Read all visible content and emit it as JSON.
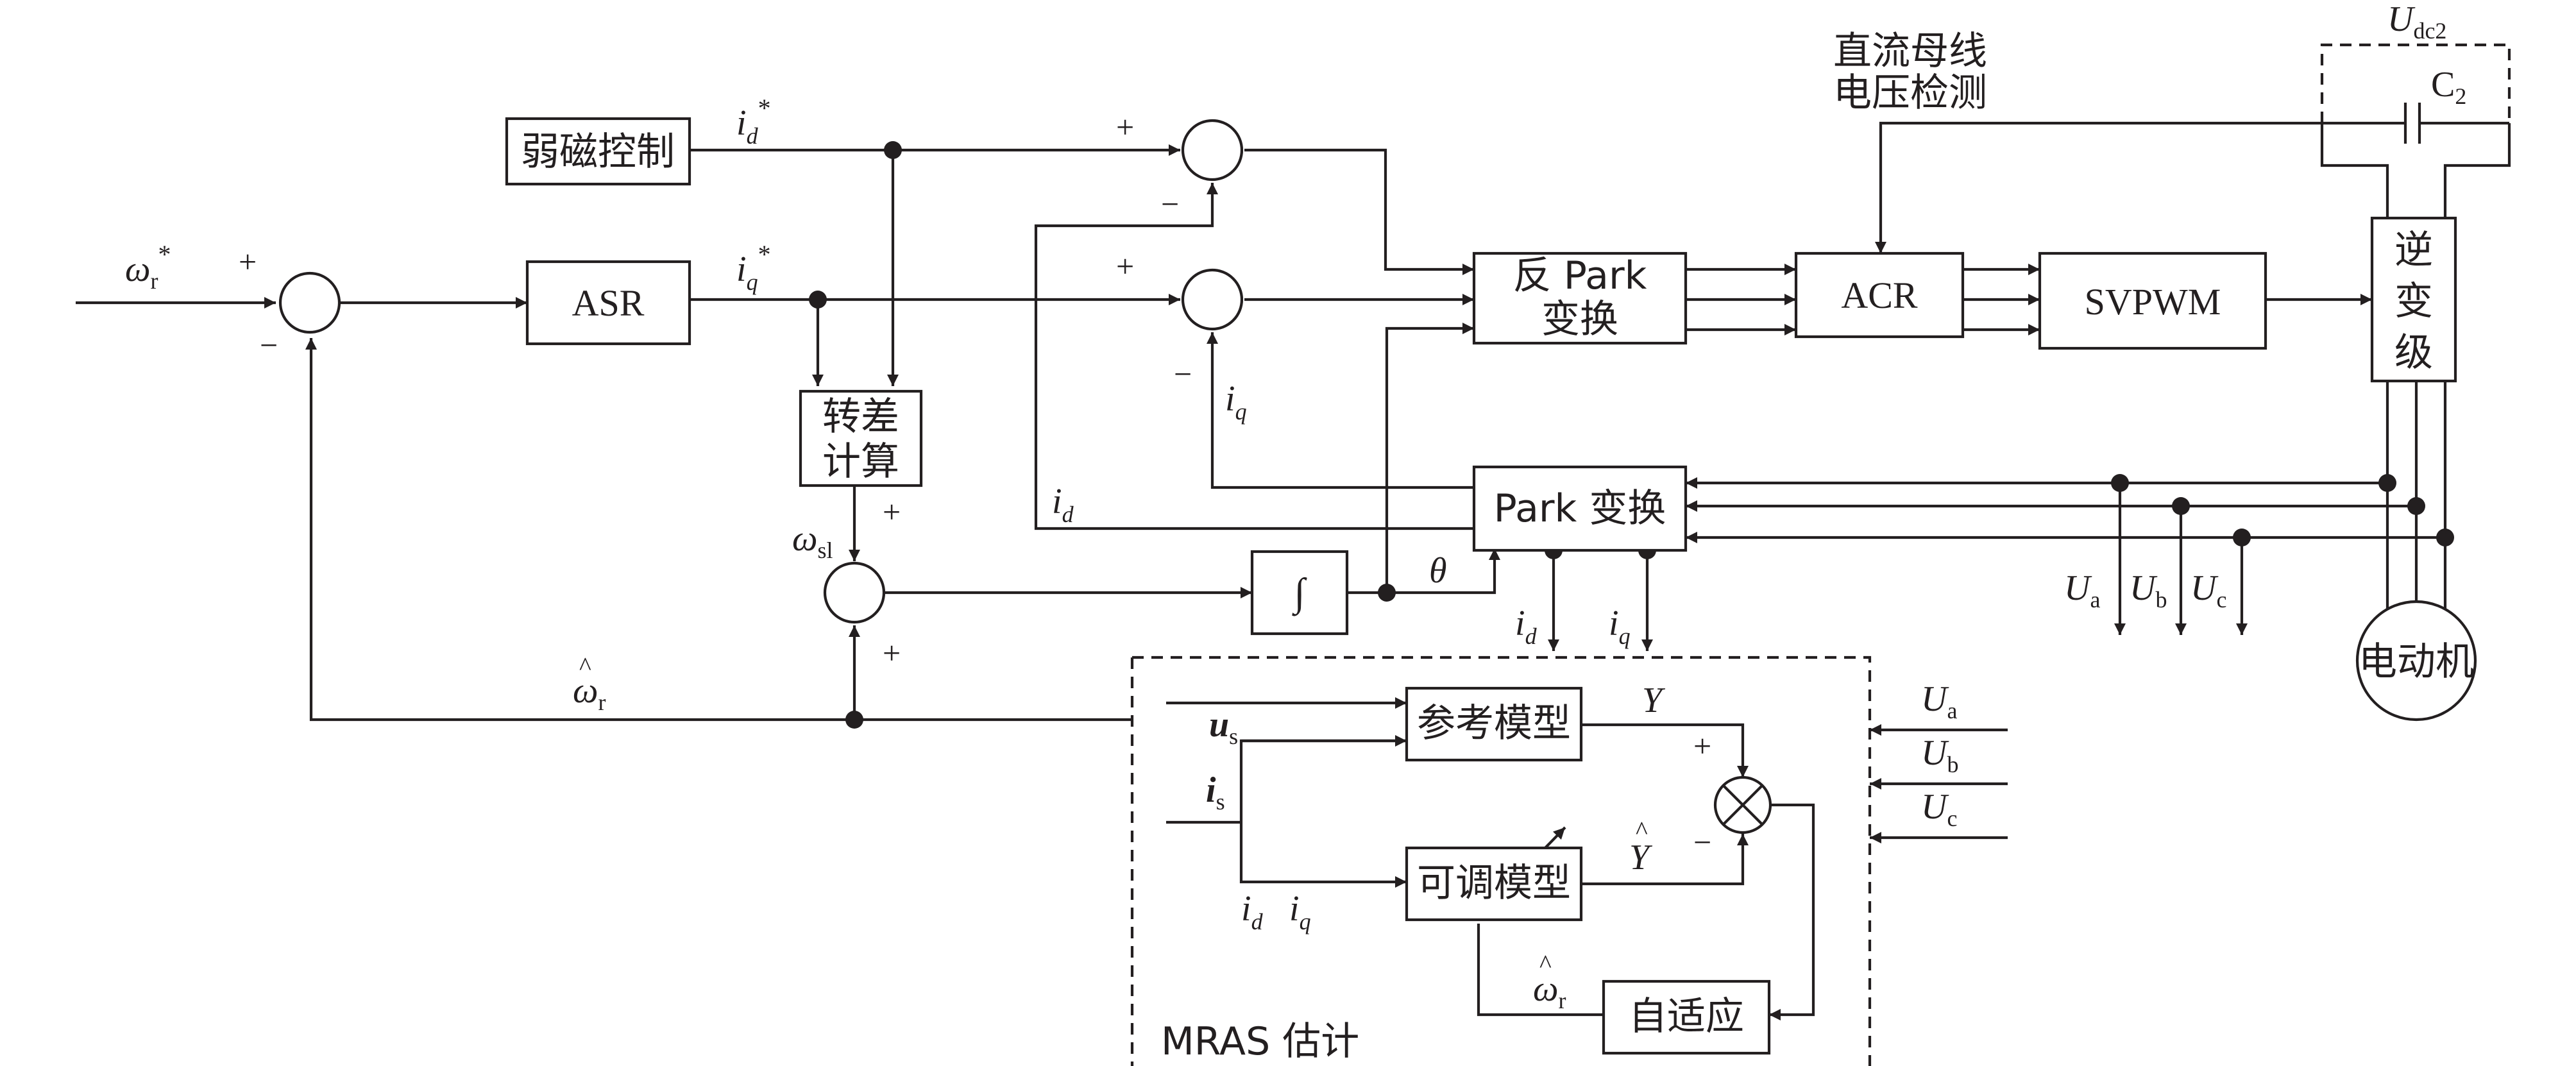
{
  "blocks": {
    "flux_weakening": "弱磁控制",
    "asr": "ASR",
    "slip_calc_line1": "转差",
    "slip_calc_line2": "计算",
    "inv_park_line1": "反 Park",
    "inv_park_line2": "变换",
    "acr": "ACR",
    "svpwm": "SVPWM",
    "inverter_line1": "逆",
    "inverter_line2": "变",
    "inverter_line3": "级",
    "park": "Park 变换",
    "integrator": "∫",
    "motor": "电动机",
    "reference_model": "参考模型",
    "adjustable_model": "可调模型",
    "adaptive": "自适应",
    "mras_label": "MRAS 估计",
    "dc_bus_line1": "直流母线",
    "dc_bus_line2": "电压检测"
  },
  "signals": {
    "omega_r_ref": "ω",
    "omega_r_ref_sub": "r",
    "star": "*",
    "id_ref": "i",
    "id_ref_sub": "d",
    "iq_ref": "i",
    "iq_ref_sub": "q",
    "i": "i",
    "d": "d",
    "q": "q",
    "omega": "ω",
    "sl": "sl",
    "r": "r",
    "hat": "^",
    "theta": "θ",
    "U": "U",
    "a": "a",
    "b": "b",
    "c": "c",
    "dc2": "dc2",
    "cap": "C",
    "cap_sub": "2",
    "Y": "Y",
    "us": "u",
    "is": "i",
    "s": "s"
  },
  "signs": {
    "plus": "+",
    "minus": "−"
  },
  "colors": {
    "line": "#231f20",
    "background": "#ffffff"
  }
}
